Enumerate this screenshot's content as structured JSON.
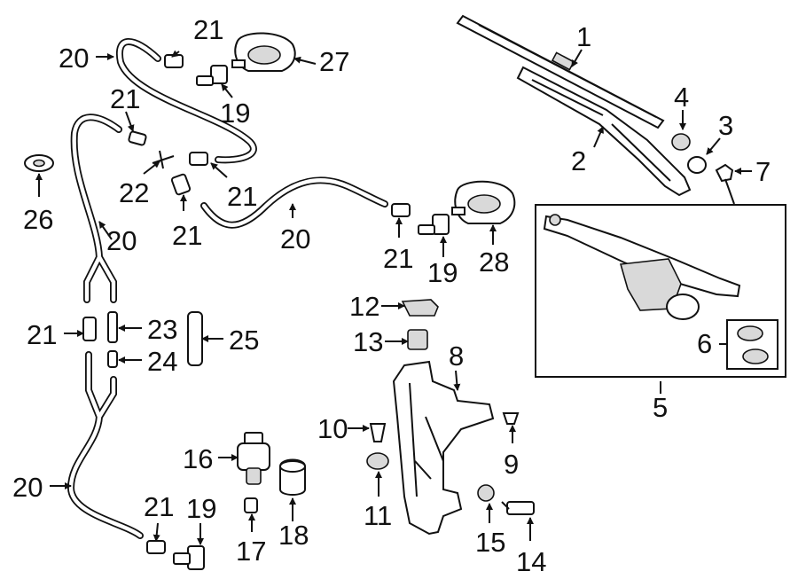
{
  "diagram": {
    "callouts": {
      "c1": "1",
      "c2": "2",
      "c3": "3",
      "c4": "4",
      "c5": "5",
      "c6": "6",
      "c7": "7",
      "c8": "8",
      "c9": "9",
      "c10": "10",
      "c11": "11",
      "c12": "12",
      "c13": "13",
      "c14": "14",
      "c15": "15",
      "c16": "16",
      "c17": "17",
      "c18": "18",
      "c19a": "19",
      "c19b": "19",
      "c19c": "19",
      "c20a": "20",
      "c20b": "20",
      "c20c": "20",
      "c20d": "20",
      "c21a": "21",
      "c21b": "21",
      "c21c": "21",
      "c21d": "21",
      "c21e": "21",
      "c21f": "21",
      "c21g": "21",
      "c22": "22",
      "c23": "23",
      "c24": "24",
      "c25": "25",
      "c26": "26",
      "c27": "27",
      "c28": "28"
    }
  }
}
